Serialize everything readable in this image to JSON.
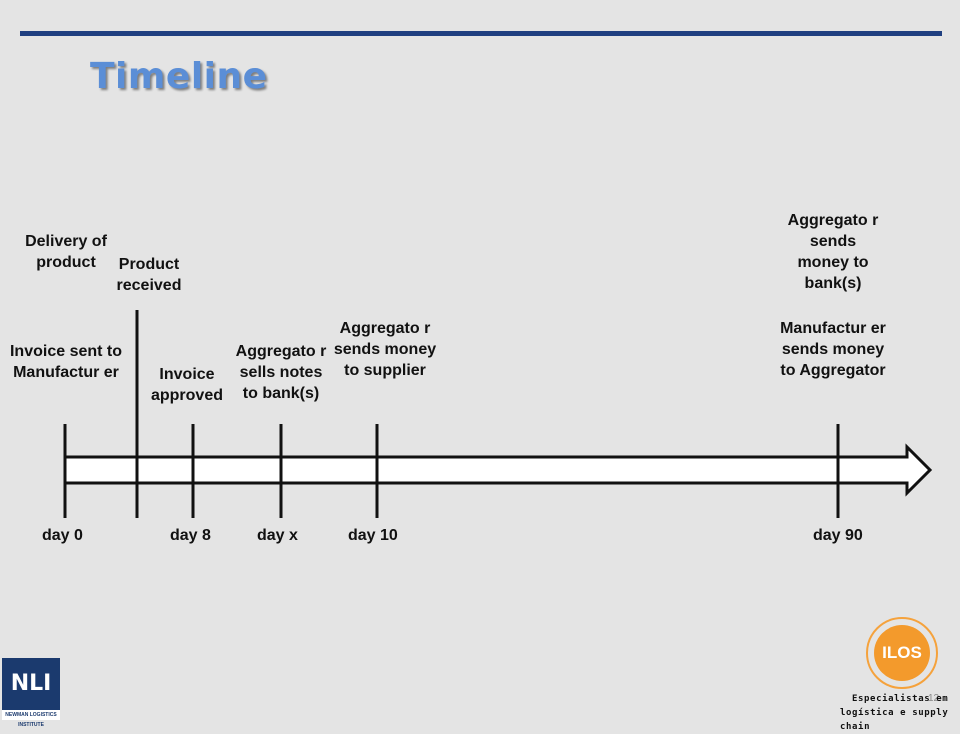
{
  "title": "Timeline",
  "events_top": [
    {
      "id": "delivery",
      "text": "Delivery of product"
    },
    {
      "id": "received",
      "text": "Product received"
    },
    {
      "id": "agg-bank",
      "text": "Aggregato r sends money to bank(s)"
    }
  ],
  "events_mid": [
    {
      "id": "invoice-sent",
      "text": "Invoice sent to Manufactur er"
    },
    {
      "id": "invoice-approved",
      "text": "Invoice approved"
    },
    {
      "id": "agg-sells",
      "text": "Aggregato r sells notes to bank(s)"
    },
    {
      "id": "agg-supplier",
      "text": "Aggregato r sends money to supplier"
    },
    {
      "id": "manu-agg",
      "text": "Manufactur er sends money to Aggregator"
    }
  ],
  "days": [
    "day 0",
    "day 8",
    "day x",
    "day 10",
    "day 90"
  ],
  "logos": {
    "nli": "NLI",
    "nli_sub": "NEWMAN LOGISTICS INSTITUTE",
    "ilos": "ILOS",
    "ilos_tag_1": "Especialistas em",
    "ilos_tag_2": "logística e supply chain"
  },
  "page_number": "12"
}
